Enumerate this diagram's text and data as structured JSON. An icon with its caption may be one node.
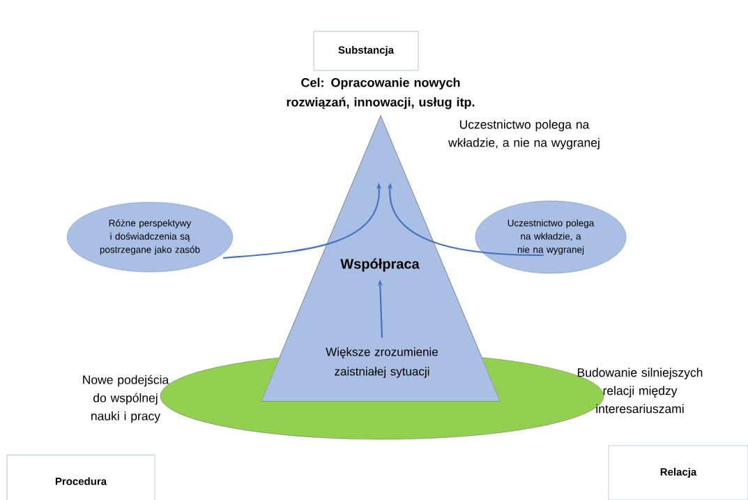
{
  "diagram": {
    "nodes": [
      {
        "text": [
          "Substancja"
        ]
      },
      {
        "text": [
          "Cel: Opracowanie nowych rozwiązań, innowacji, usług itp."
        ]
      },
      {
        "text": [
          "Różne perspektywy i doświadczenia są postrzegane jako zasób"
        ]
      },
      {
        "text": [
          "Uczestnictwo polega na wkładzie, a nie na wygranej"
        ]
      },
      {
        "text": [
          "Współpraca"
        ],
        "in": 1
      },
      {
        "text": [],
        "shape": "ellipse"
      },
      {
        "text": [
          "Większe zrozumienie zaistniałej sytuacji"
        ],
        "in": 1
      },
      {
        "text": [
          "Procedura"
        ]
      },
      {
        "text": [
          "Relacja"
        ]
      }
    ],
    "edges": [
      {
        "from": 2,
        "to": 1,
        "arrow": "to"
      },
      {
        "from": 3,
        "to": 1,
        "arrow": "to"
      },
      {
        "from": 6,
        "to": 4,
        "arrow": "to"
      }
    ],
    "labels": [
      "Uczestnictwo polega na wkładzie, a nie na wygranej",
      "Nowe podejścia do wspólnej nauki i pracy",
      "Budowanie silniejszych relacji między interesariuszami"
    ]
  }
}
